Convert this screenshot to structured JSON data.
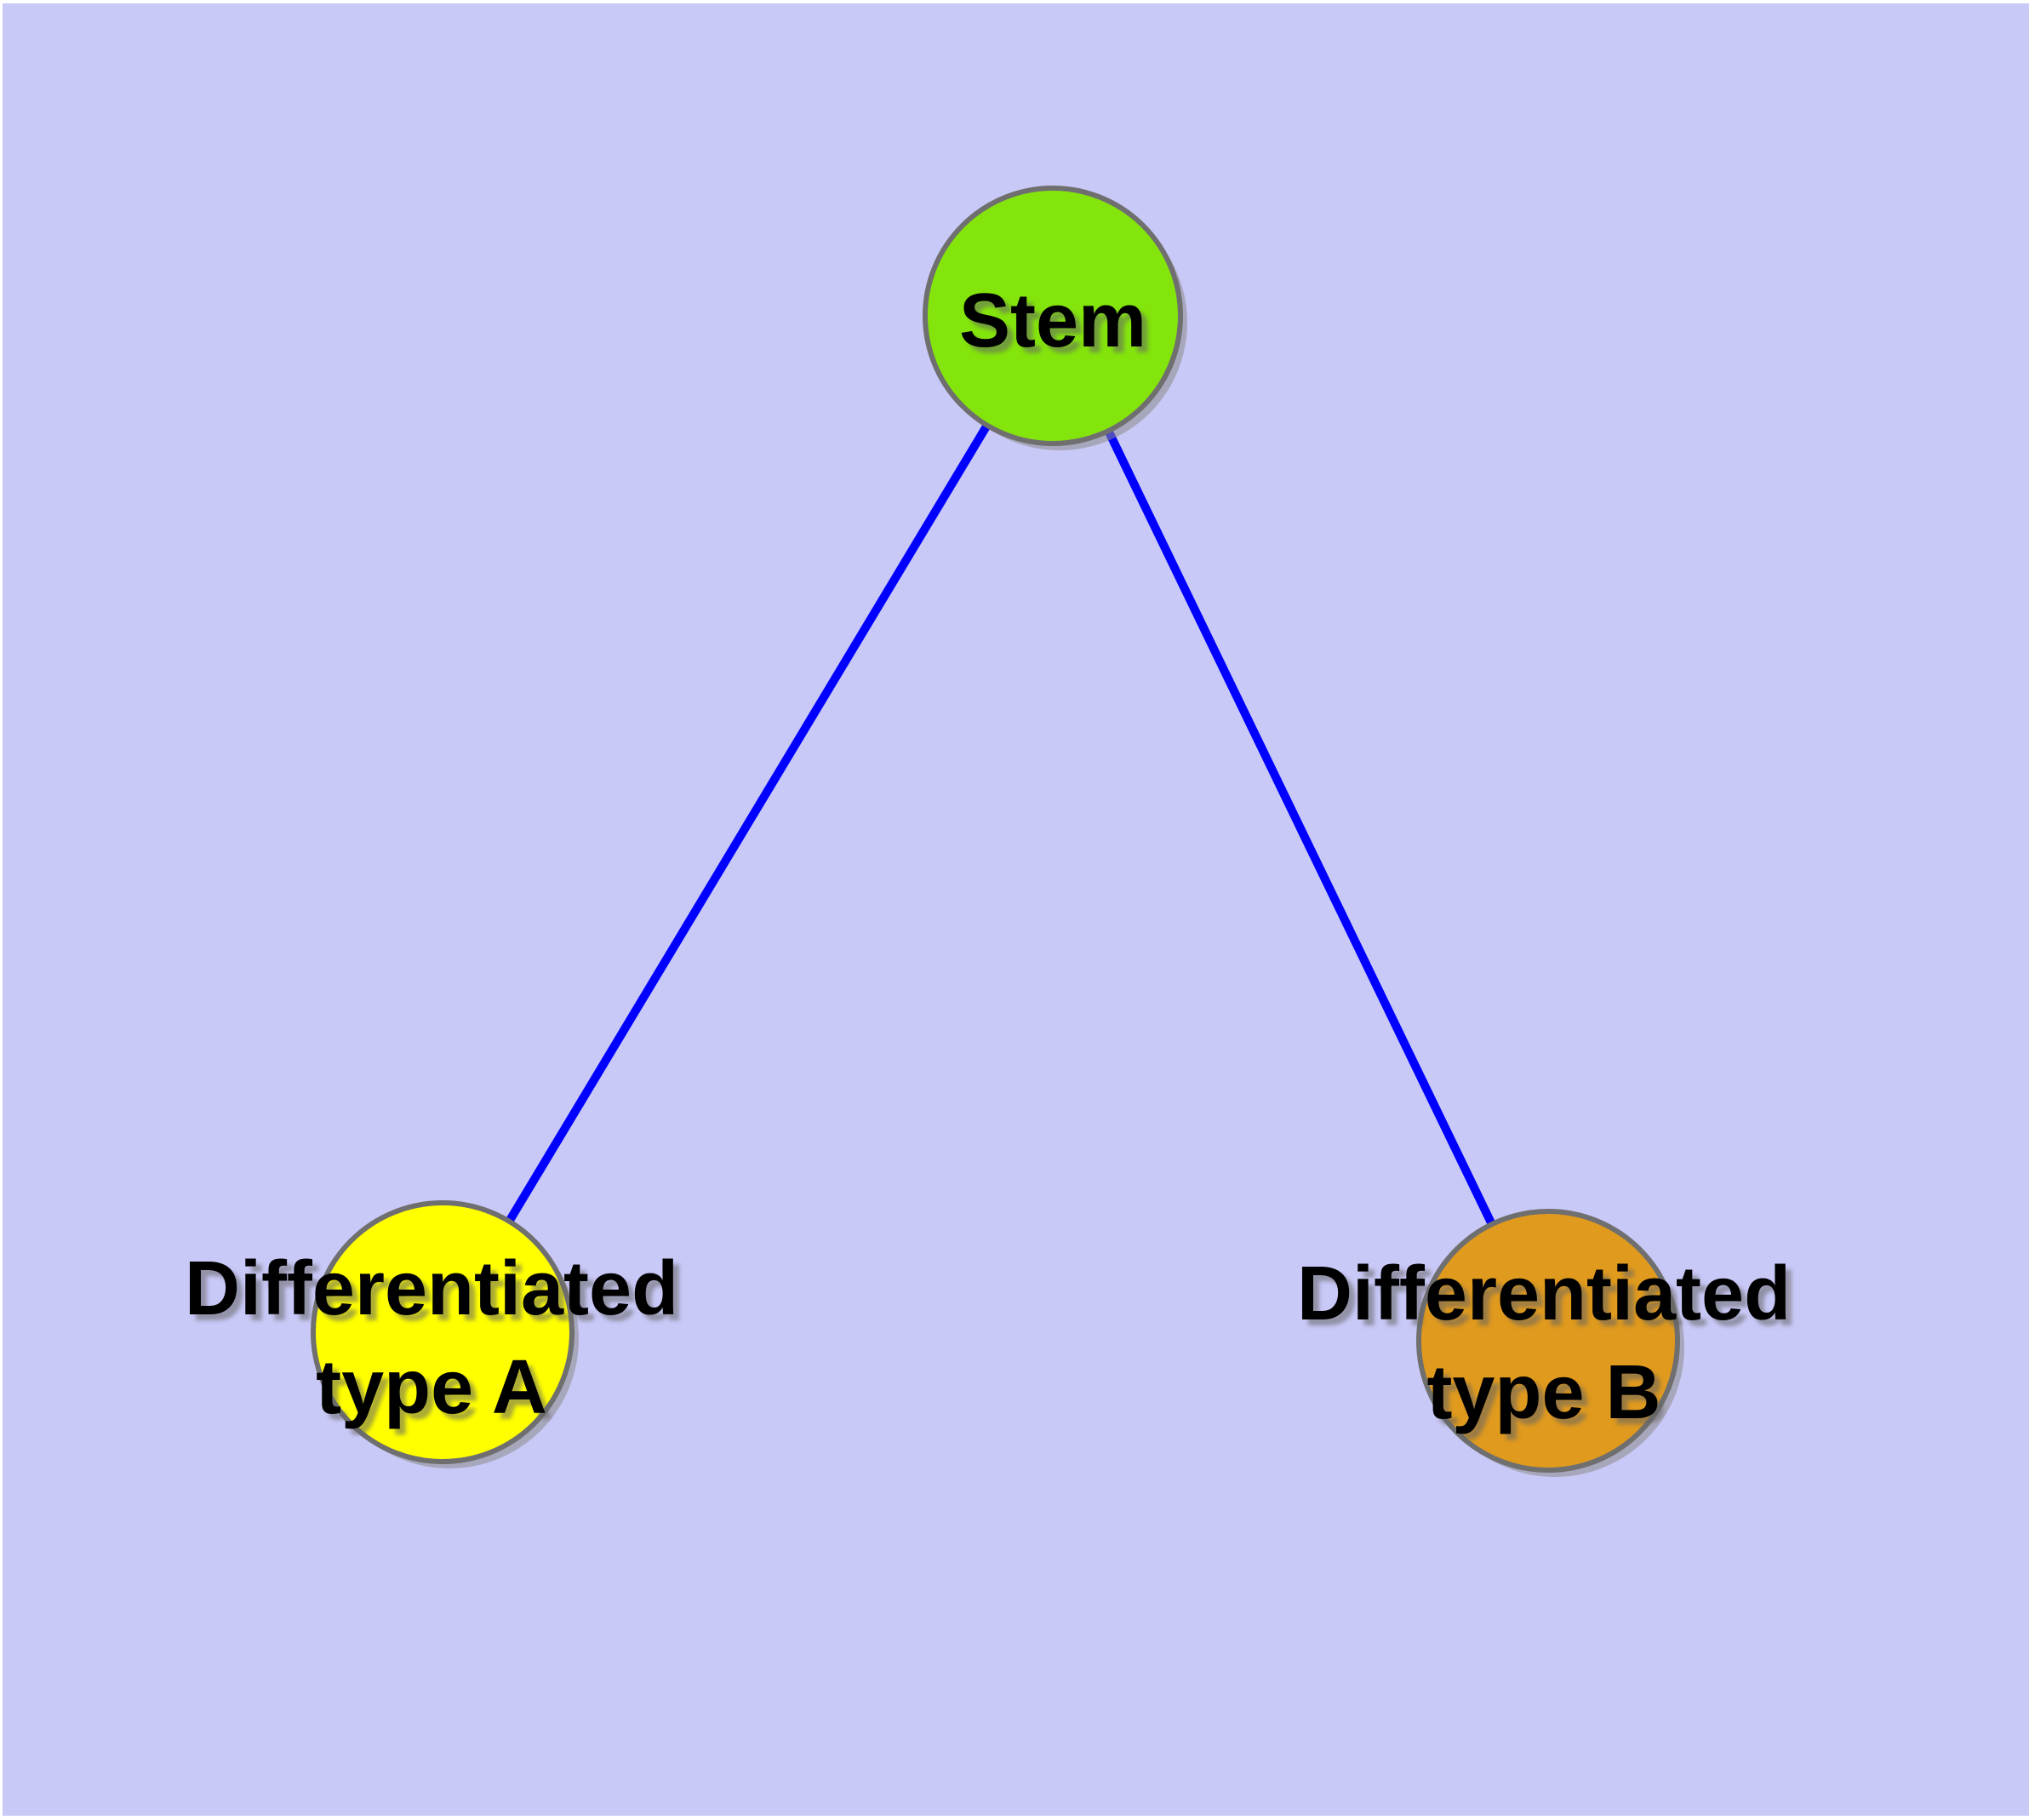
{
  "diagram": {
    "type": "node-link-graph",
    "background_color": "#c9c9f8",
    "page_margin_color": "#ffffff",
    "edge_color": "#0000ff",
    "node_border_color": "#6f6f6f",
    "node_shadow_color": "#8a8a8a",
    "text_color": "#000000",
    "nodes": {
      "stem": {
        "label": "Stem",
        "fill": "#84e50c"
      },
      "type_a": {
        "line1": "Differentiated",
        "line2": "type A",
        "fill": "#ffff00"
      },
      "type_b": {
        "line1": "Differentiated",
        "line2": "type B",
        "fill": "#e09a1e"
      }
    },
    "edges": [
      {
        "from": "stem",
        "to": "type_a"
      },
      {
        "from": "stem",
        "to": "type_b"
      }
    ]
  }
}
